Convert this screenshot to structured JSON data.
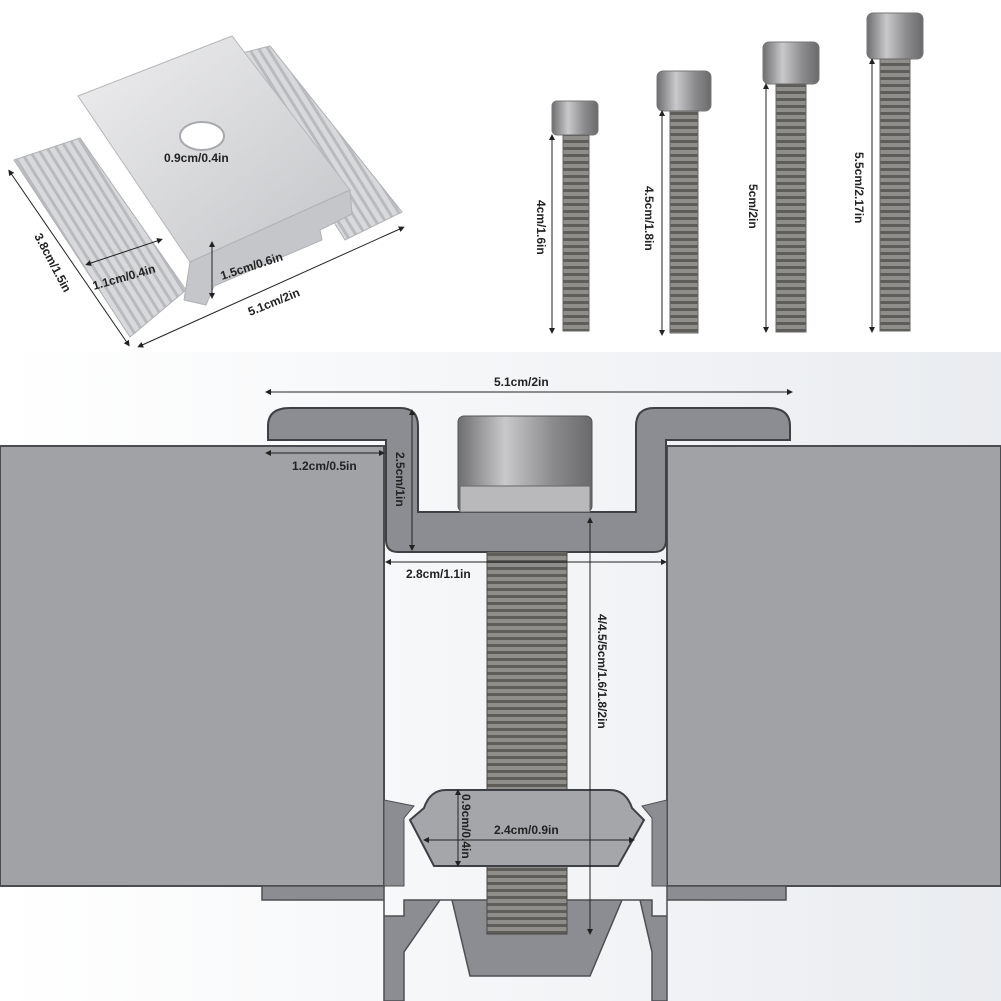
{
  "clamp_photo": {
    "hole_label": "0.9cm/0.4in",
    "length_label": "3.8cm/1.5in",
    "flange_label": "1.1cm/0.4in",
    "height_label": "1.5cm/0.6in",
    "width_label": "5.1cm/2in"
  },
  "bolts": [
    {
      "label": "4cm/1.6in"
    },
    {
      "label": "4.5cm/1.8in"
    },
    {
      "label": "5cm/2in"
    },
    {
      "label": "5.5cm/2.17in"
    }
  ],
  "cross_section": {
    "top_width_label": "5.1cm/2in",
    "lip_label": "1.2cm/0.5in",
    "depth_label": "2.5cm/1in",
    "channel_width_label": "2.8cm/1.1in",
    "bolt_length_label": "4/4.5/5cm/1.6/1.8/2in",
    "nut_height_label": "0.9cm/0.4in",
    "nut_width_label": "2.4cm/0.9in"
  },
  "colors": {
    "panel": "#a1a2a6",
    "profile": "#8c8d92",
    "aluminum": "#d6d7d9",
    "bolt": "#7d7c7a"
  }
}
